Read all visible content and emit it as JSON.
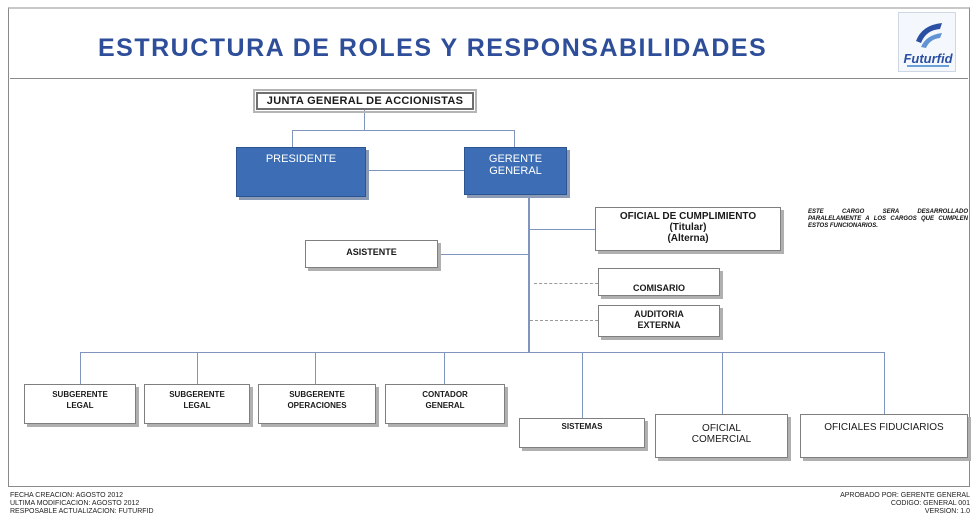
{
  "page": {
    "title": "ESTRUCTURA DE ROLES Y RESPONSABILIDADES",
    "logo_text": "Futurfid"
  },
  "org": {
    "junta": "JUNTA GENERAL DE ACCIONISTAS",
    "presidente": "PRESIDENTE",
    "gerente_line1": "GERENTE",
    "gerente_line2": "GENERAL",
    "oficial_cumplimiento": {
      "line1": "OFICIAL DE CUMPLIMIENTO",
      "line2": "(Titular)",
      "line3": "(Alterna)"
    },
    "asistente": "ASISTENTE",
    "comisario": "COMISARIO",
    "auditoria_line1": "AUDITORIA",
    "auditoria_line2": "EXTERNA",
    "subgerente_legal_1": {
      "line1": "SUBGERENTE",
      "line2": "LEGAL"
    },
    "subgerente_legal_2": {
      "line1": "SUBGERENTE",
      "line2": "LEGAL"
    },
    "subgerente_operaciones": {
      "line1": "SUBGERENTE",
      "line2": "OPERACIONES"
    },
    "contador_general": {
      "line1": "CONTADOR",
      "line2": "GENERAL"
    },
    "sistemas": "SISTEMAS",
    "oficial_comercial": {
      "line1": "OFICIAL",
      "line2": "COMERCIAL"
    },
    "oficiales_fiduciarios": "OFICIALES FIDUCIARIOS"
  },
  "note": "ESTE CARGO SERA DESARROLLADO PARALELAMENTE A LOS CARGOS QUE CUMPLEN ESTOS FUNCIONARIOS.",
  "footer": {
    "left": [
      "FECHA CREACION: AGOSTO 2012",
      "ULTIMA MODIFICACION: AGOSTO 2012",
      "RESPOSABLE ACTUALIZACION: FUTURFID"
    ],
    "right": [
      "APROBADO POR: GERENTE GENERAL",
      "CODIGO: GENERAL 001",
      "VERSION: 1.0"
    ]
  },
  "colors": {
    "title": "#2e4e9a",
    "blue_box": "#3d6eb5",
    "connector": "#7f95bd"
  }
}
